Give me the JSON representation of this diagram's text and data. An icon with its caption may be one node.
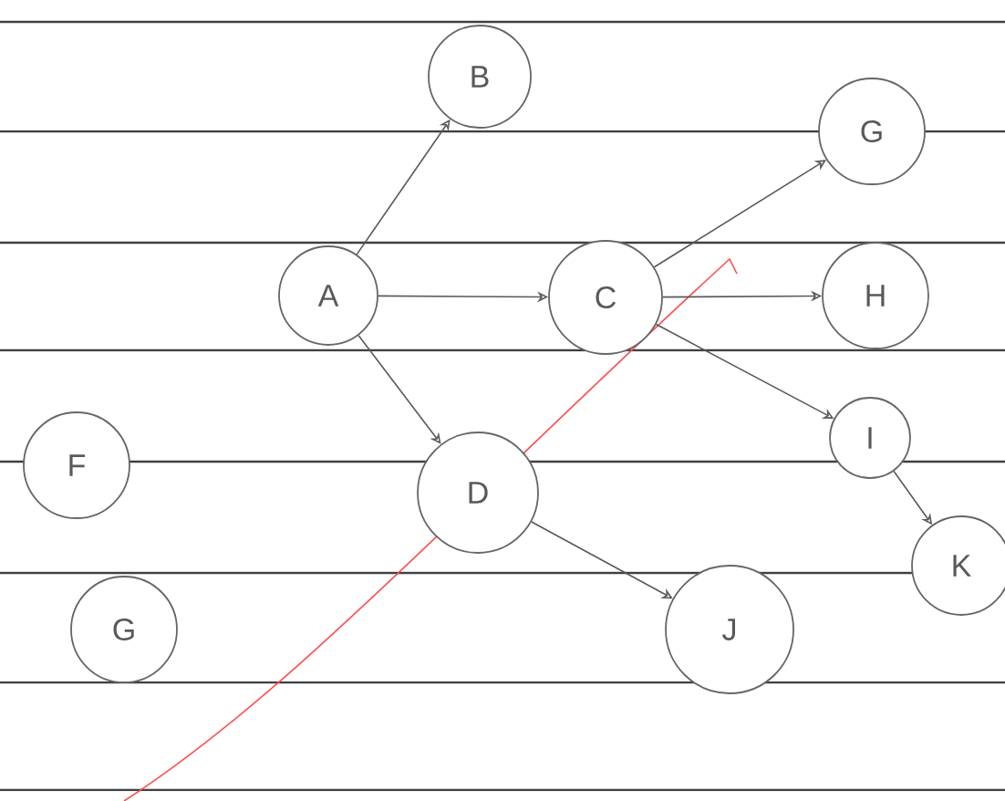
{
  "diagram": {
    "nodes": [
      {
        "text": [
          "B"
        ]
      },
      {
        "text": [
          "A"
        ]
      },
      {
        "text": [
          "C"
        ]
      },
      {
        "text": [
          "G"
        ]
      },
      {
        "text": [
          "H"
        ]
      },
      {
        "text": [
          "I"
        ]
      },
      {
        "text": [
          "F"
        ]
      },
      {
        "text": [
          "D"
        ]
      },
      {
        "text": [
          "K"
        ]
      },
      {
        "text": [
          "G"
        ]
      },
      {
        "text": [
          "J"
        ]
      }
    ],
    "edges": [
      {
        "from": 1,
        "to": 0,
        "arrow": "to"
      },
      {
        "from": 1,
        "to": 2,
        "arrow": "to"
      },
      {
        "from": 1,
        "to": 7,
        "arrow": "to"
      },
      {
        "from": 2,
        "to": 3,
        "arrow": "to"
      },
      {
        "from": 2,
        "to": 4,
        "arrow": "to"
      },
      {
        "from": 2,
        "to": 5,
        "arrow": "to"
      },
      {
        "from": 5,
        "to": 8,
        "arrow": "to"
      },
      {
        "from": 7,
        "to": 10,
        "arrow": "to"
      }
    ]
  }
}
